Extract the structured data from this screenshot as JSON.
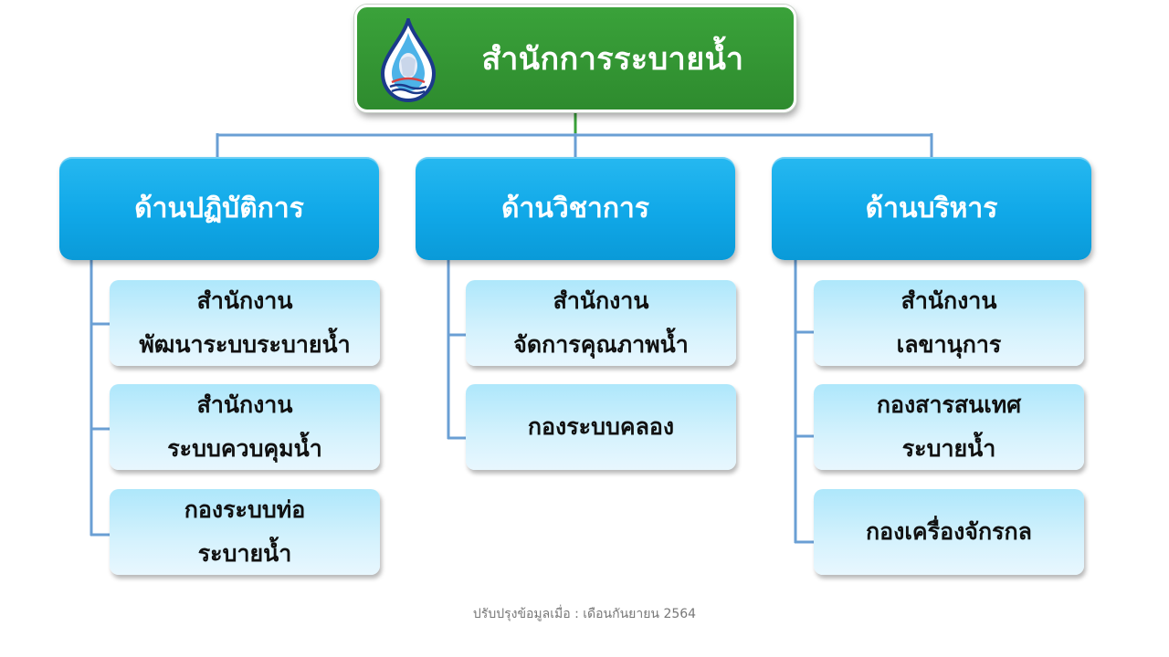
{
  "root": {
    "title": "สำนักการระบายน้ำ",
    "logo_icon": "department-emblem-icon",
    "color": "#339933"
  },
  "branches": [
    {
      "label": "ด้านปฏิบัติการ"
    },
    {
      "label": "ด้านวิชาการ"
    },
    {
      "label": "ด้านบริหาร"
    }
  ],
  "units": {
    "operations": [
      {
        "line1": "สำนักงาน",
        "line2": "พัฒนาระบบระบายน้ำ"
      },
      {
        "line1": "สำนักงาน",
        "line2": "ระบบควบคุมน้ำ"
      },
      {
        "line1": "กองระบบท่อ",
        "line2": "ระบายน้ำ"
      }
    ],
    "technical": [
      {
        "line1": "สำนักงาน",
        "line2": "จัดการคุณภาพน้ำ"
      },
      {
        "line1": "กองระบบคลอง"
      }
    ],
    "administration": [
      {
        "line1": "สำนักงาน",
        "line2": "เลขานุการ"
      },
      {
        "line1": "กองสารสนเทศ",
        "line2": "ระบายน้ำ"
      },
      {
        "line1": "กองเครื่องจักรกล"
      }
    ]
  },
  "footer": "ปรับปรุงข้อมูลเมื่อ : เดือนกันยายน 2564",
  "colors": {
    "branch": "#10a8e8",
    "unit": "#d5f2fd",
    "connector": "#6a9fd4"
  }
}
